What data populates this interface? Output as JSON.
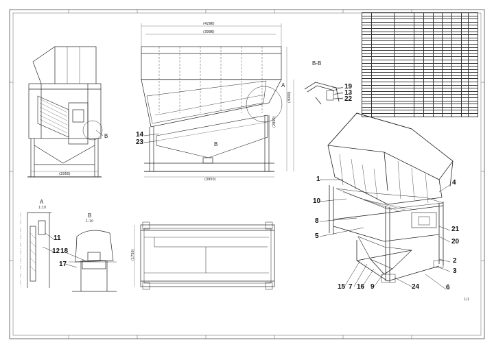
{
  "views": {
    "section_bb": "B-B",
    "detail_a": "A",
    "detail_a_scale": "1:10",
    "detail_b": "B",
    "detail_b_scale": "1:10",
    "front_marker_a": "A",
    "front_marker_b": "B",
    "side_marker_b": "B"
  },
  "dimensions": {
    "top_overall": "(4296)",
    "top_inner": "(3996)",
    "side_bottom": "(2950)",
    "front_bottom": "(3950)",
    "front_height_outer": "(3000)",
    "front_height_inner": "(2800)",
    "plan_width": "(1750)"
  },
  "callouts": {
    "c1": "1",
    "c2": "2",
    "c3": "3",
    "c4": "4",
    "c5": "5",
    "c6": "6",
    "c7": "7",
    "c8": "8",
    "c9": "9",
    "c10": "10",
    "c11": "11",
    "c12": "12",
    "c13": "13",
    "c14": "14",
    "c15": "15",
    "c16": "16",
    "c17": "17",
    "c18": "18",
    "c19": "19",
    "c20": "20",
    "c21": "21",
    "c22": "22",
    "c23": "23",
    "c24": "24"
  },
  "sheet": {
    "page_no": "1/1"
  }
}
